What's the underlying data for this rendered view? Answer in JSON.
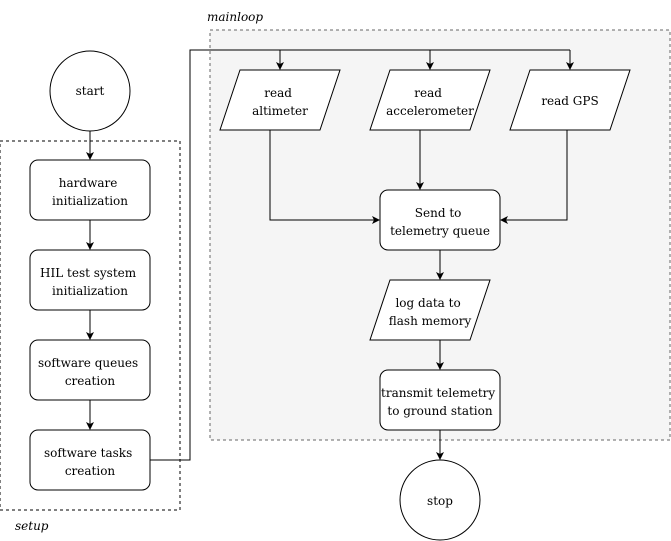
{
  "groups": {
    "setup": {
      "label": "setup"
    },
    "mainloop": {
      "label": "mainloop"
    }
  },
  "nodes": {
    "start": {
      "label": "start"
    },
    "hardware_init": {
      "line1": "hardware",
      "line2": "initialization"
    },
    "hil_init": {
      "line1": "HIL test system",
      "line2": "initialization"
    },
    "queues": {
      "line1": "software queues",
      "line2": "creation"
    },
    "tasks": {
      "line1": "software tasks",
      "line2": "creation"
    },
    "read_altimeter": {
      "line1": "read",
      "line2": "altimeter"
    },
    "read_accelerometer": {
      "line1": "read",
      "line2": "accelerometer"
    },
    "read_gps": {
      "label": "read GPS"
    },
    "send_telemetry": {
      "line1": "Send to",
      "line2": "telemetry queue"
    },
    "log_data": {
      "line1": "log data to",
      "line2": "flash memory"
    },
    "transmit": {
      "line1": "transmit telemetry",
      "line2": "to ground station"
    },
    "stop": {
      "label": "stop"
    }
  },
  "colors": {
    "stroke": "#000000",
    "node_fill": "#ffffff",
    "mainloop_fill": "#f5f5f5",
    "mainloop_border": "#666666"
  }
}
